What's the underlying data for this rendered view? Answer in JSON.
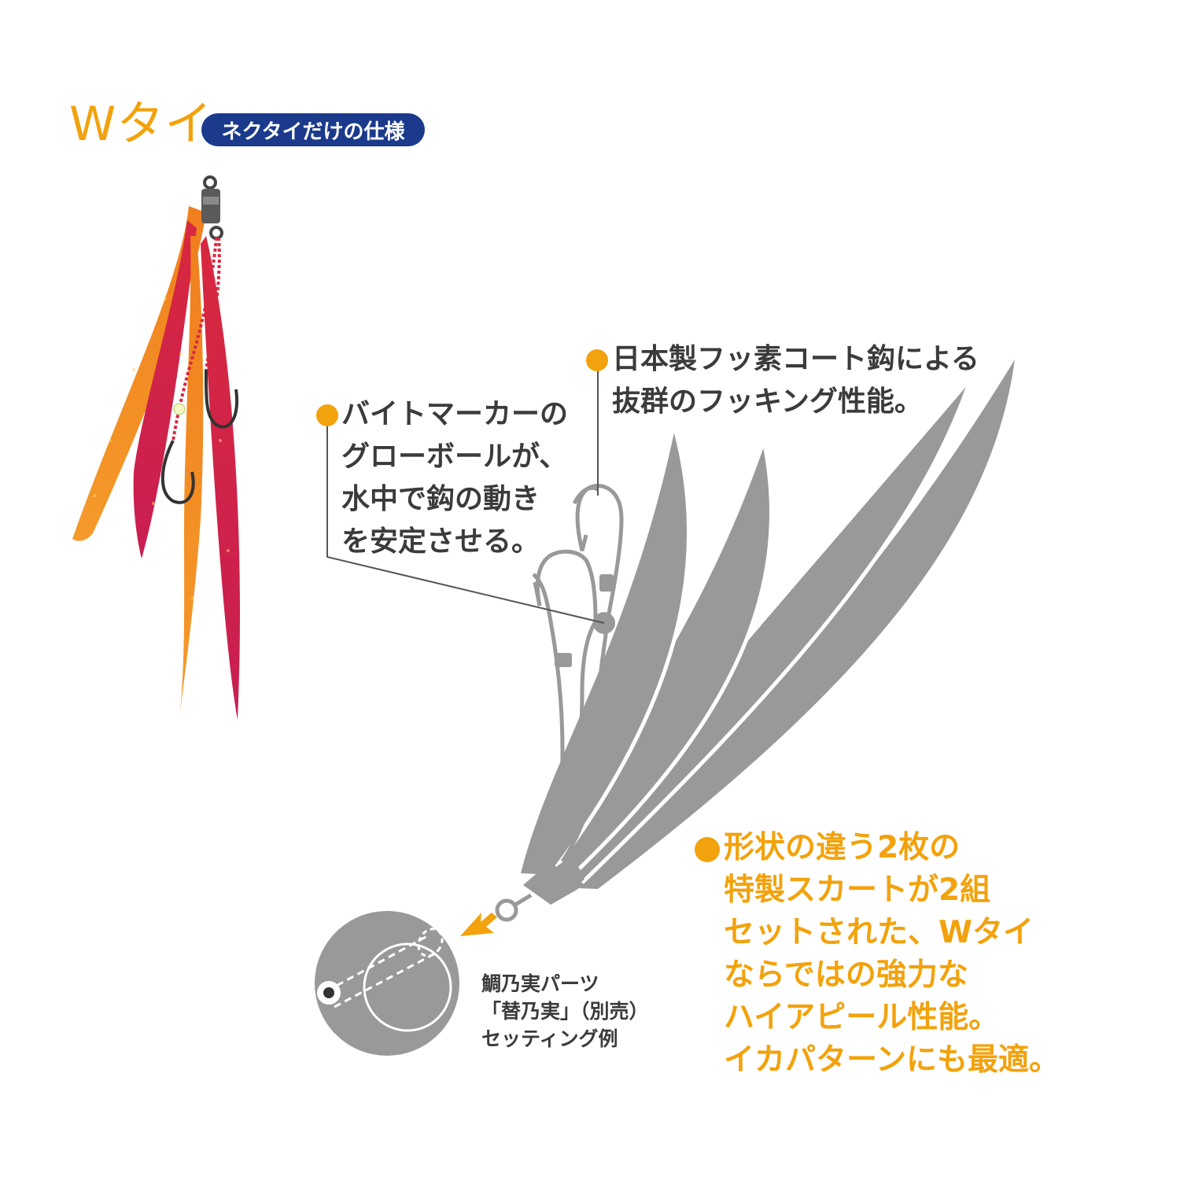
{
  "title": "Wタイ",
  "badge": "ネクタイだけの仕様",
  "callout_bite": [
    "バイトマーカーの",
    "グローボールが、",
    "水中で鈎の動き",
    "を安定させる。"
  ],
  "callout_hook": [
    "日本製フッ素コート鈎による",
    "抜群のフッキング性能。"
  ],
  "callout_skirt": [
    "形状の違う2枚の",
    "特製スカートが2組",
    "セットされた、Wタイ",
    "ならではの強力な",
    "ハイアピール性能。",
    "イカパターンにも最適。"
  ],
  "parts_note": [
    "鯛乃実パーツ",
    "「替乃実」（別売）",
    "セッティング例"
  ],
  "colors": {
    "accent": "#f2a20c",
    "badge": "#1b3a8c",
    "diagram": "#999999",
    "text": "#3b3b3b"
  }
}
